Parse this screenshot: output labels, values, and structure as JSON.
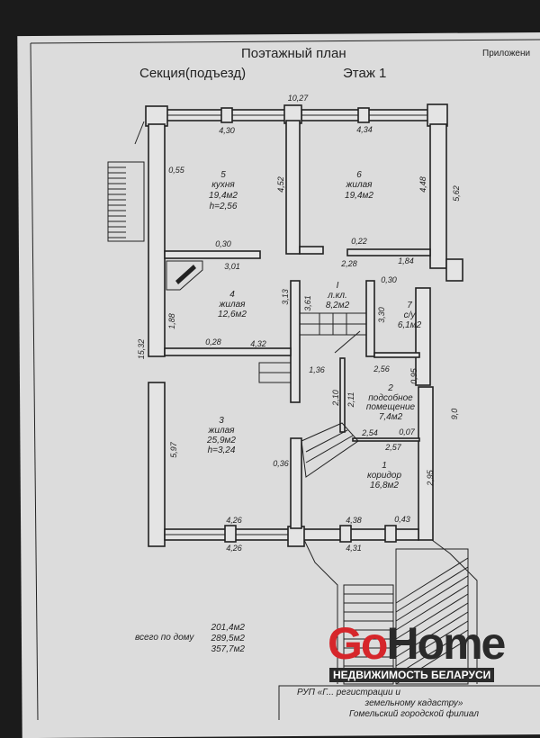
{
  "header": {
    "title": "Поэтажный план",
    "section": "Секция(подъезд)",
    "floor": "Этаж 1",
    "appendix": "Приложени"
  },
  "rooms": [
    {
      "num": "5",
      "type": "кухня",
      "area": "19,4м2",
      "height": "h=2,56"
    },
    {
      "num": "6",
      "type": "жилая",
      "area": "19,4м2"
    },
    {
      "num": "4",
      "type": "жилая",
      "area": "12,6м2"
    },
    {
      "num": "I",
      "type": "л.кл.",
      "area": "8,2м2"
    },
    {
      "num": "7",
      "type": "с/у",
      "area": "6,1м2"
    },
    {
      "num": "2",
      "type": "подсобное",
      "type2": "помещение",
      "area": "7,4м2"
    },
    {
      "num": "3",
      "type": "жилая",
      "area": "25,9м2",
      "height": "h=3,24"
    },
    {
      "num": "1",
      "type": "коридор",
      "area": "16,8м2"
    }
  ],
  "dimensions": [
    "10,27",
    "4,30",
    "4,34",
    "0,55",
    "4,52",
    "4,48",
    "5,62",
    "0,30",
    "3,01",
    "0,22",
    "2,28",
    "1,84",
    "3,13",
    "3,61",
    "0,30",
    "3,30",
    "1,88",
    "15,32",
    "0,28",
    "4,32",
    "1,36",
    "2,56",
    "0,95",
    "2,10",
    "2,11",
    "9,0",
    "5,97",
    "2,54",
    "0,07",
    "2,57",
    "0,36",
    "2,95",
    "4,26",
    "4,26",
    "4,38",
    "0,43",
    "4,31"
  ],
  "totals": {
    "label": "всего по дому",
    "values": [
      "201,4м2",
      "289,5м2",
      "357,7м2"
    ]
  },
  "stamp": {
    "line1": "РУП «Г... регистрации и",
    "line2": "земельному кадастру»",
    "line3": "Гомельский городской филиал"
  },
  "watermark": {
    "go": "Go",
    "home": "Home",
    "sub": "НЕДВИЖИМОСТЬ БЕЛАРУСИ"
  }
}
